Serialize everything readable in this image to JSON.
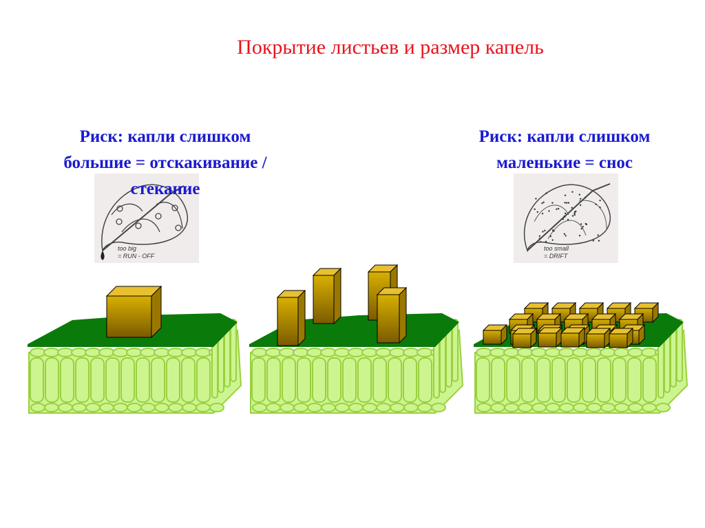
{
  "title": "Покрытие листьев и  размер капель",
  "left": {
    "risk_line1": "Риск: капли слишком",
    "risk_line2": "большие =  отскакивание /",
    "risk_line3": "стекание",
    "image_caption_1": "too big",
    "image_caption_2": "= RUN - OFF"
  },
  "right": {
    "risk_line1": "Риск: капли слишком",
    "risk_line2": "маленькие = снос",
    "image_caption_1": "too small",
    "image_caption_2": "= DRIFT"
  },
  "colors": {
    "title": "#e8141e",
    "text": "#1a1ad0",
    "leaf_surface": "#0a7a0a",
    "cells": "#ccf590",
    "droplet": "#c8a000"
  }
}
